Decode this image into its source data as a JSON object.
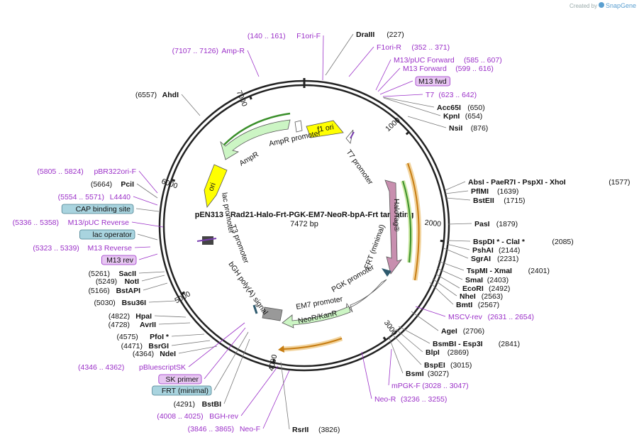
{
  "credit": {
    "prefix": "Created by",
    "brand": "SnapGene"
  },
  "plasmid": {
    "name": "pEN313 - Rad21-Halo-Frt-PGK-EM7-NeoR-bpA-Frt targeting",
    "length": "7472 bp"
  },
  "ticks": [
    "1000",
    "2000",
    "3000",
    "4000",
    "5000",
    "6000",
    "7000"
  ],
  "features": {
    "f1ori": "f1 ori",
    "ampr": "AmpR",
    "ampr_promoter": "AmpR promoter",
    "ori": "ori",
    "t7_promoter": "T7 promoter",
    "lac_promoter": "lac promoter",
    "t3_promoter": "T3 promoter",
    "halotag": "HaloTag®",
    "frt_minimal": "FRT (minimal)",
    "pgk_promoter": "PGK promoter",
    "em7_promoter": "EM7 promoter",
    "neokanr": "NeoR/KanR",
    "bgh": "bGH poly(A) signal"
  },
  "labels": [
    {
      "side": "L",
      "kind": "prim",
      "name": "F1ori-F",
      "pos": "(140 .. 161)"
    },
    {
      "side": "L",
      "kind": "prim",
      "name": "Amp-R",
      "pos": "(7107 .. 7126)"
    },
    {
      "side": "L",
      "kind": "enz",
      "name": "AhdI",
      "pos": "(6557)"
    },
    {
      "side": "L",
      "kind": "prim",
      "name": "pBR322ori-F",
      "pos": "(5805 .. 5824)"
    },
    {
      "side": "L",
      "kind": "enz",
      "name": "PciI",
      "pos": "(5664)"
    },
    {
      "side": "L",
      "kind": "prim",
      "name": "L4440",
      "pos": "(5554 .. 5571)"
    },
    {
      "side": "L",
      "kind": "boxfeat",
      "name": "CAP binding site",
      "pos": ""
    },
    {
      "side": "L",
      "kind": "prim",
      "name": "M13/pUC Reverse",
      "pos": "(5336 .. 5358)"
    },
    {
      "side": "L",
      "kind": "boxfeat",
      "name": "lac operator",
      "pos": ""
    },
    {
      "side": "L",
      "kind": "prim",
      "name": "M13 Reverse",
      "pos": "(5323 .. 5339)"
    },
    {
      "side": "L",
      "kind": "boxprim",
      "name": "M13 rev",
      "pos": ""
    },
    {
      "side": "L",
      "kind": "enz",
      "name": "SacII",
      "pos": "(5261)"
    },
    {
      "side": "L",
      "kind": "enz",
      "name": "NotI",
      "pos": "(5249)"
    },
    {
      "side": "L",
      "kind": "enz",
      "name": "BstAPI",
      "pos": "(5166)"
    },
    {
      "side": "L",
      "kind": "enz",
      "name": "Bsu36I",
      "pos": "(5030)"
    },
    {
      "side": "L",
      "kind": "enz",
      "name": "HpaI",
      "pos": "(4822)"
    },
    {
      "side": "L",
      "kind": "enz",
      "name": "AvrII",
      "pos": "(4728)"
    },
    {
      "side": "L",
      "kind": "enz",
      "name": "PfoI *",
      "pos": "(4575)"
    },
    {
      "side": "L",
      "kind": "enz",
      "name": "BsrGI",
      "pos": "(4471)"
    },
    {
      "side": "L",
      "kind": "enz",
      "name": "NdeI",
      "pos": "(4364)"
    },
    {
      "side": "L",
      "kind": "prim",
      "name": "pBluescriptSK",
      "pos": "(4346 .. 4362)"
    },
    {
      "side": "L",
      "kind": "boxprim",
      "name": "SK primer",
      "pos": ""
    },
    {
      "side": "L",
      "kind": "boxfeat",
      "name": "FRT (minimal)",
      "pos": ""
    },
    {
      "side": "L",
      "kind": "enz",
      "name": "BstBI",
      "pos": "(4291)"
    },
    {
      "side": "L",
      "kind": "prim",
      "name": "BGH-rev",
      "pos": "(4008 .. 4025)"
    },
    {
      "side": "L",
      "kind": "prim",
      "name": "Neo-F",
      "pos": "(3846 .. 3865)"
    },
    {
      "side": "R",
      "kind": "enz",
      "name": "DraIII",
      "pos": "(227)"
    },
    {
      "side": "R",
      "kind": "prim",
      "name": "F1ori-R",
      "pos": "(352 .. 371)"
    },
    {
      "side": "R",
      "kind": "prim",
      "name": "M13/pUC Forward",
      "pos": "(585 .. 607)"
    },
    {
      "side": "R",
      "kind": "prim",
      "name": "M13 Forward",
      "pos": "(599 .. 616)"
    },
    {
      "side": "R",
      "kind": "boxprim",
      "name": "M13 fwd",
      "pos": ""
    },
    {
      "side": "R",
      "kind": "prim",
      "name": "T7",
      "pos": "(623 .. 642)"
    },
    {
      "side": "R",
      "kind": "enz",
      "name": "Acc65I",
      "pos": "(650)"
    },
    {
      "side": "R",
      "kind": "enz",
      "name": "KpnI",
      "pos": "(654)"
    },
    {
      "side": "R",
      "kind": "enz",
      "name": "NsiI",
      "pos": "(876)"
    },
    {
      "side": "R",
      "kind": "enz",
      "name": "AbsI  - PaeR7I  - PspXI  - XhoI",
      "pos": "(1577)"
    },
    {
      "side": "R",
      "kind": "enz",
      "name": "PflMI",
      "pos": "(1639)"
    },
    {
      "side": "R",
      "kind": "enz",
      "name": "BstEII",
      "pos": "(1715)"
    },
    {
      "side": "R",
      "kind": "enz",
      "name": "PasI",
      "pos": "(1879)"
    },
    {
      "side": "R",
      "kind": "enz",
      "name": "BspDI *  - ClaI *",
      "pos": "(2085)"
    },
    {
      "side": "R",
      "kind": "enz",
      "name": "PshAI",
      "pos": "(2144)"
    },
    {
      "side": "R",
      "kind": "enz",
      "name": "SgrAI",
      "pos": "(2231)"
    },
    {
      "side": "R",
      "kind": "enz",
      "name": "TspMI  - XmaI",
      "pos": "(2401)"
    },
    {
      "side": "R",
      "kind": "enz",
      "name": "SmaI",
      "pos": "(2403)"
    },
    {
      "side": "R",
      "kind": "enz",
      "name": "EcoRI",
      "pos": "(2492)"
    },
    {
      "side": "R",
      "kind": "enz",
      "name": "NheI",
      "pos": "(2563)"
    },
    {
      "side": "R",
      "kind": "enz",
      "name": "BmtI",
      "pos": "(2567)"
    },
    {
      "side": "R",
      "kind": "prim",
      "name": "MSCV-rev",
      "pos": "(2631 .. 2654)"
    },
    {
      "side": "R",
      "kind": "enz",
      "name": "AgeI",
      "pos": "(2706)"
    },
    {
      "side": "R",
      "kind": "enz",
      "name": "BsmBI  - Esp3I",
      "pos": "(2841)"
    },
    {
      "side": "R",
      "kind": "enz",
      "name": "BlpI",
      "pos": "(2869)"
    },
    {
      "side": "R",
      "kind": "enz",
      "name": "BspEI",
      "pos": "(3015)"
    },
    {
      "side": "R",
      "kind": "enz",
      "name": "BsmI",
      "pos": "(3027)"
    },
    {
      "side": "R",
      "kind": "prim",
      "name": "mPGK-F",
      "pos": "(3028 .. 3047)"
    },
    {
      "side": "R",
      "kind": "prim",
      "name": "Neo-R",
      "pos": "(3236 .. 3255)"
    },
    {
      "side": "R",
      "kind": "enz",
      "name": "RsrII",
      "pos": "(3826)"
    }
  ]
}
